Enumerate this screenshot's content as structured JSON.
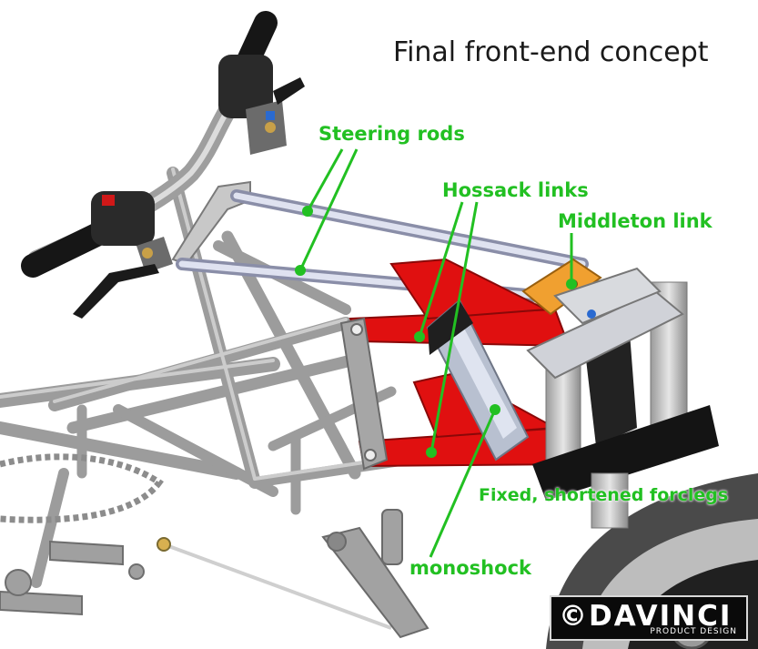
{
  "title": "Final front-end concept",
  "labels": {
    "steering_rods": "Steering rods",
    "hossack_links": "Hossack links",
    "middleton_link": "Middleton link",
    "forelegs": "Fixed, shortened forclegs",
    "monoshock": "monoshock"
  },
  "logo": {
    "mark": "©DAVINCI",
    "tagline": "PRODUCT DESIGN"
  },
  "colors": {
    "label": "#22c022",
    "links": "#e01010",
    "middleton": "#f0a030",
    "frame": "#a6a6a6",
    "rods": "#c8cce0"
  }
}
